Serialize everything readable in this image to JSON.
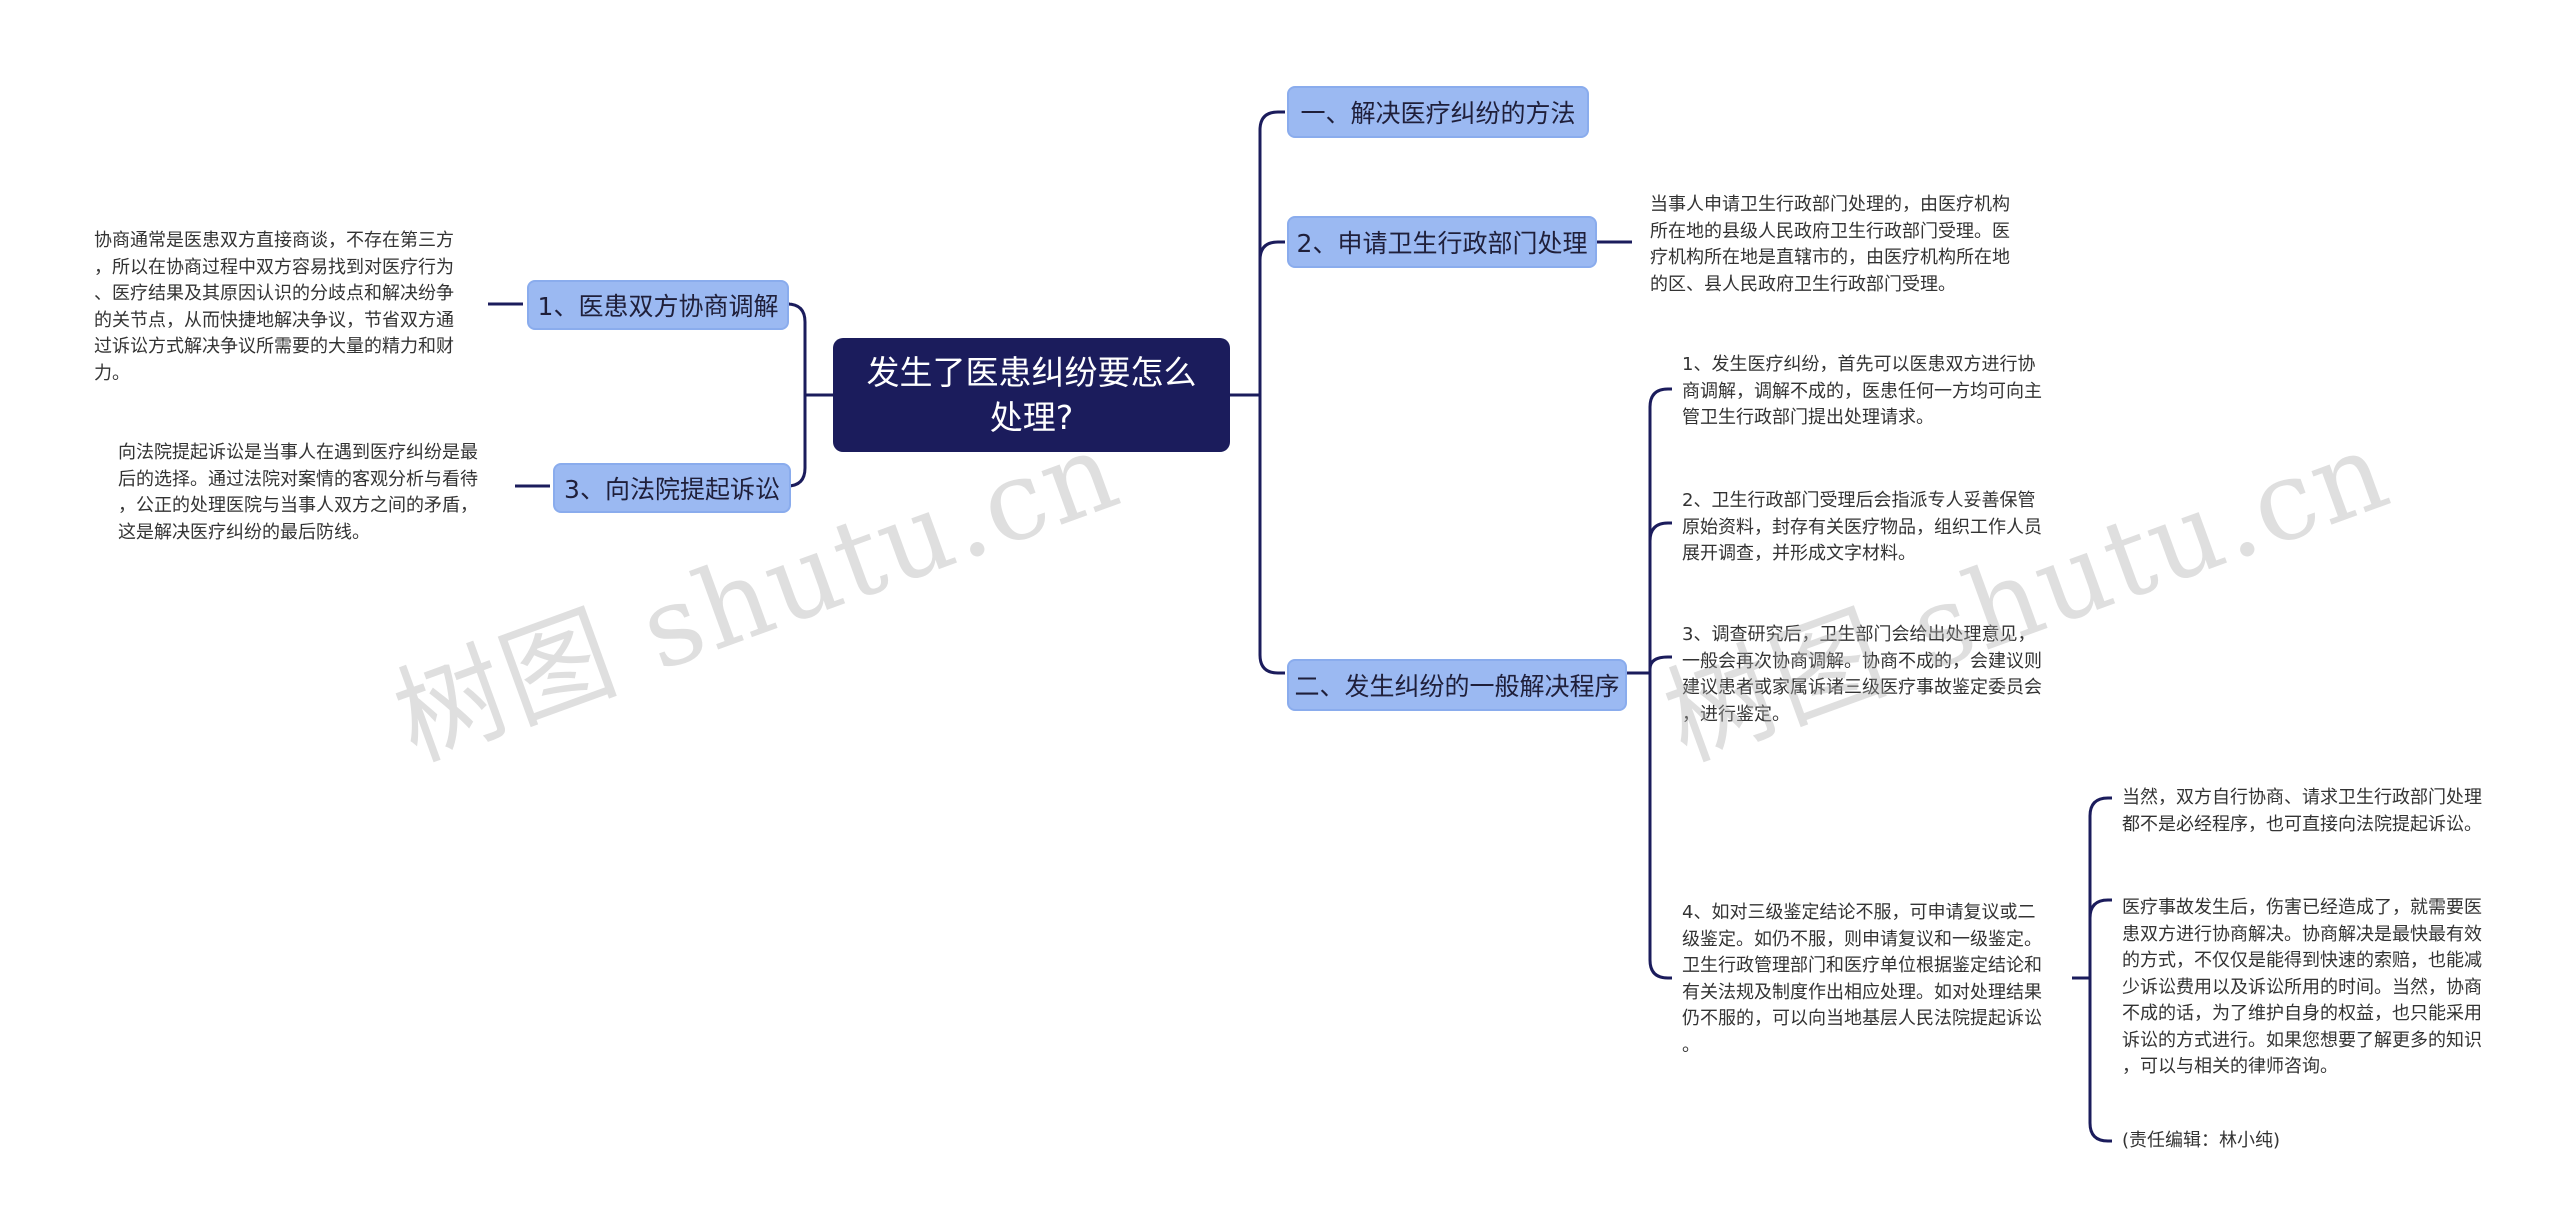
{
  "root": {
    "title": "发生了医患纠纷要怎么处理?"
  },
  "left_branches": [
    {
      "label": "1、医患双方协商调解",
      "note": "协商通常是医患双方直接商谈，不存在第三方\n，所以在协商过程中双方容易找到对医疗行为\n、医疗结果及其原因认识的分歧点和解决纷争\n的关节点，从而快捷地解决争议，节省双方通\n过诉讼方式解决争议所需要的大量的精力和财\n力。"
    },
    {
      "label": "3、向法院提起诉讼",
      "note": "向法院提起诉讼是当事人在遇到医疗纠纷是最\n后的选择。通过法院对案情的客观分析与看待\n，公正的处理医院与当事人双方之间的矛盾，\n这是解决医疗纠纷的最后防线。"
    }
  ],
  "right_branches": [
    {
      "label": "一、解决医疗纠纷的方法"
    },
    {
      "label": "2、申请卫生行政部门处理",
      "note": "当事人申请卫生行政部门处理的，由医疗机构\n所在地的县级人民政府卫生行政部门受理。医\n疗机构所在地是直辖市的，由医疗机构所在地\n的区、县人民政府卫生行政部门受理。"
    },
    {
      "label": "二、发生纠纷的一般解决程序",
      "steps": [
        "1、发生医疗纠纷，首先可以医患双方进行协\n商调解，调解不成的，医患任何一方均可向主\n管卫生行政部门提出处理请求。",
        "2、卫生行政部门受理后会指派专人妥善保管\n原始资料，封存有关医疗物品，组织工作人员\n展开调查，并形成文字材料。",
        "3、调查研究后，卫生部门会给出处理意见，\n一般会再次协商调解。协商不成的，会建议则\n建议患者或家属诉诸三级医疗事故鉴定委员会\n，进行鉴定。",
        "4、如对三级鉴定结论不服，可申请复议或二\n级鉴定。如仍不服，则申请复议和一级鉴定。\n卫生行政管理部门和医疗单位根据鉴定结论和\n有关法规及制度作出相应处理。如对处理结果\n仍不服的，可以向当地基层人民法院提起诉讼\n。"
      ],
      "sub_notes": [
        "当然，双方自行协商、请求卫生行政部门处理\n都不是必经程序，也可直接向法院提起诉讼。",
        "医疗事故发生后，伤害已经造成了，就需要医\n患双方进行协商解决。协商解决是最快最有效\n的方式，不仅仅是能得到快速的索赔，也能减\n少诉讼费用以及诉讼所用的时间。当然，协商\n不成的话，为了维护自身的权益，也只能采用\n诉讼的方式进行。如果您想要了解更多的知识\n，可以与相关的律师咨询。",
        "(责任编辑：林小纯)"
      ]
    }
  ],
  "watermarks": [
    "树图 shutu.cn",
    "树图 shutu.cn"
  ],
  "colors": {
    "root": "#1b1c5c",
    "branch": "#9bb9f2",
    "line": "#1b1c5c"
  }
}
